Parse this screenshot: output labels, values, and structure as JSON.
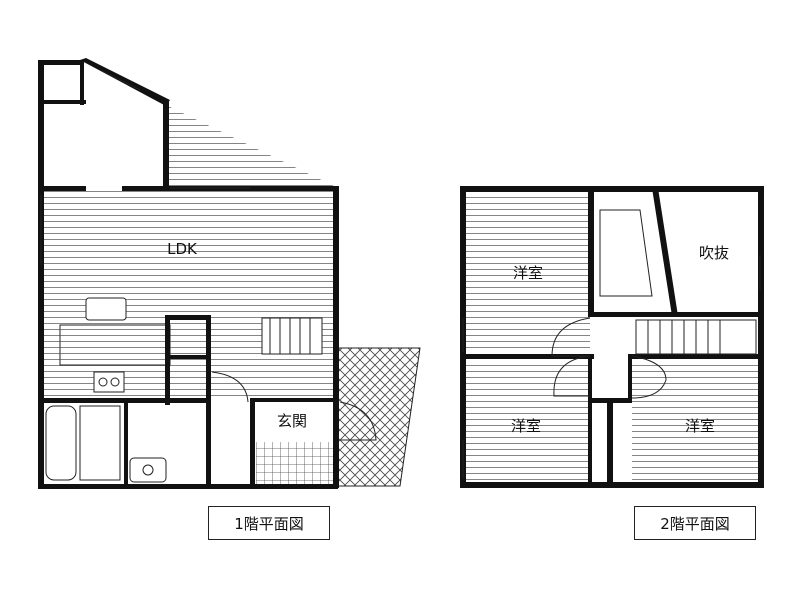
{
  "floor1": {
    "caption": "1階平面図",
    "rooms": {
      "ldk": "LDK",
      "genkan": "玄関"
    }
  },
  "floor2": {
    "caption": "2階平面図",
    "rooms": {
      "youshitsu_top": "洋室",
      "fukinuke": "吹抜",
      "youshitsu_bl": "洋室",
      "youshitsu_br": "洋室"
    }
  },
  "colors": {
    "wall": "#111111",
    "line": "#222222",
    "background": "#ffffff"
  }
}
